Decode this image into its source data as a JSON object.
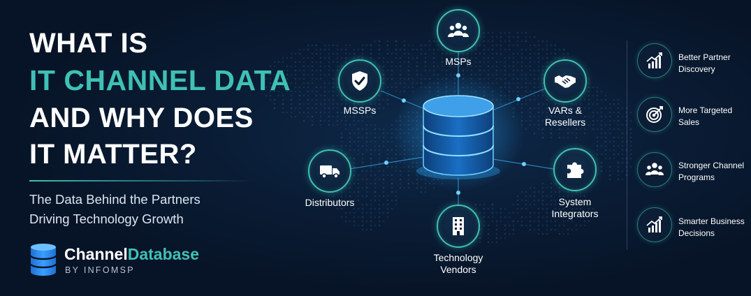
{
  "headline": {
    "line1": "WHAT IS",
    "line2": "IT CHANNEL DATA",
    "line3": "AND WHY DOES",
    "line4": "IT MATTER?"
  },
  "subtitle": {
    "line1": "The Data Behind the Partners",
    "line2": "Driving Technology Growth"
  },
  "brand": {
    "name_part1": "Channel",
    "name_part2": "Database",
    "tagline": "BY INFOMSP"
  },
  "hub": {
    "center_icon": "database-icon",
    "nodes": [
      {
        "label_line1": "MSPs",
        "label_line2": "",
        "icon": "group-icon"
      },
      {
        "label_line1": "MSSPs",
        "label_line2": "",
        "icon": "shield-check-icon"
      },
      {
        "label_line1": "VARs &",
        "label_line2": "Resellers",
        "icon": "handshake-icon"
      },
      {
        "label_line1": "Distributors",
        "label_line2": "",
        "icon": "truck-icon"
      },
      {
        "label_line1": "System",
        "label_line2": "Integrators",
        "icon": "puzzle-icon"
      },
      {
        "label_line1": "Technology",
        "label_line2": "Vendors",
        "icon": "building-icon"
      }
    ]
  },
  "benefits": [
    {
      "line1": "Better Partner",
      "line2": "Discovery",
      "icon": "growth-chart-icon"
    },
    {
      "line1": "More Targeted",
      "line2": "Sales",
      "icon": "target-icon"
    },
    {
      "line1": "Stronger Channel",
      "line2": "Programs",
      "icon": "group-icon"
    },
    {
      "line1": "Smarter Business",
      "line2": "Decisions",
      "icon": "growth-chart-icon"
    }
  ],
  "colors": {
    "accent_teal": "#3fc1b4",
    "background": "#071427",
    "glow_blue": "#2ea8ff"
  }
}
